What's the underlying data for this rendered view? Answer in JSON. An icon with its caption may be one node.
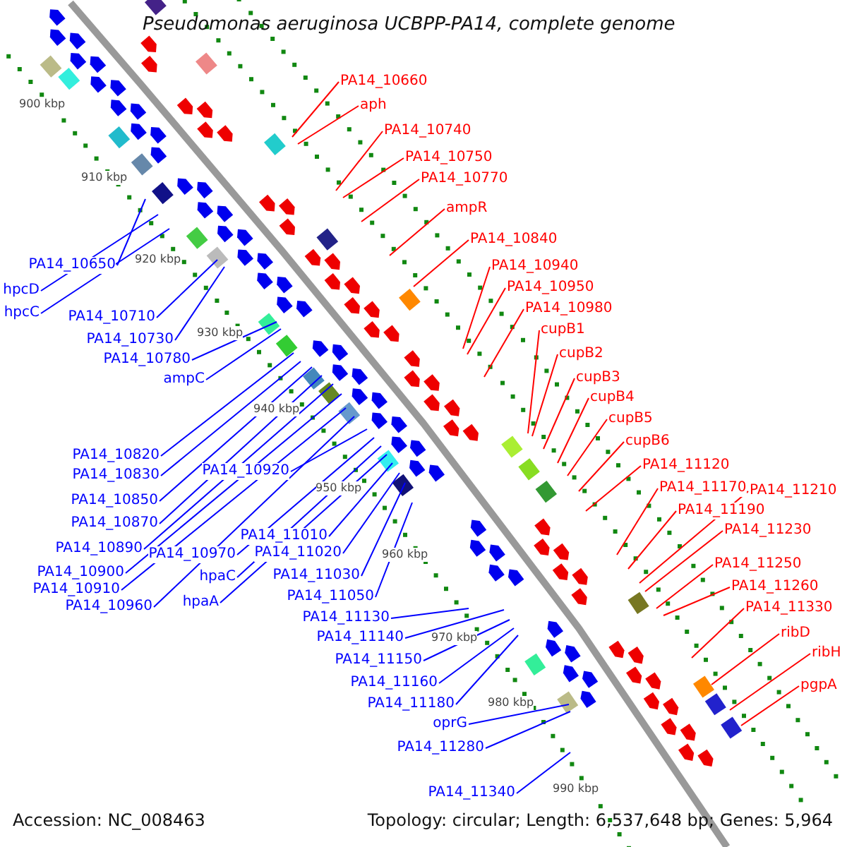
{
  "diagram": {
    "title": "Pseudomonas aeruginosa UCBPP-PA14, complete genome",
    "nodes": [
      {
        "text": [
          "PA14_10660"
        ]
      },
      {
        "text": [
          "aph"
        ]
      },
      {
        "text": [
          "PA14_10740"
        ]
      },
      {
        "text": [
          "PA14_10750"
        ]
      },
      {
        "text": [
          "PA14_10770"
        ]
      },
      {
        "text": [
          "ampR"
        ]
      },
      {
        "text": [
          "PA14_10840"
        ]
      },
      {
        "text": [
          "PA14_10940"
        ]
      },
      {
        "text": [
          "PA14_10950"
        ]
      },
      {
        "text": [
          "PA14_10980"
        ]
      },
      {
        "text": [
          "cupB1"
        ]
      },
      {
        "text": [
          "cupB2"
        ]
      },
      {
        "text": [
          "cupB3"
        ]
      },
      {
        "text": [
          "cupB4"
        ]
      },
      {
        "text": [
          "cupB5"
        ]
      },
      {
        "text": [
          "cupB6"
        ]
      },
      {
        "text": [
          "PA14_11120"
        ]
      },
      {
        "text": [
          "PA14_11170"
        ]
      },
      {
        "text": [
          "PA14_11210"
        ]
      },
      {
        "text": [
          "PA14_11190"
        ]
      },
      {
        "text": [
          "PA14_11230"
        ]
      },
      {
        "text": [
          "PA14_11250"
        ]
      },
      {
        "text": [
          "PA14_11260"
        ]
      },
      {
        "text": [
          "PA14_11330"
        ]
      },
      {
        "text": [
          "ribD"
        ]
      },
      {
        "text": [
          "ribH"
        ]
      },
      {
        "text": [
          "pgpA"
        ]
      },
      {
        "text": [
          "PA14_10650"
        ]
      },
      {
        "text": [
          "hpcD"
        ]
      },
      {
        "text": [
          "hpcC"
        ]
      },
      {
        "text": [
          "PA14_10710"
        ]
      },
      {
        "text": [
          "PA14_10730"
        ]
      },
      {
        "text": [
          "PA14_10780"
        ]
      },
      {
        "text": [
          "ampC"
        ]
      },
      {
        "text": [
          "PA14_10820"
        ]
      },
      {
        "text": [
          "PA14_10830"
        ]
      },
      {
        "text": [
          "PA14_10850"
        ]
      },
      {
        "text": [
          "PA14_10870"
        ]
      },
      {
        "text": [
          "PA14_10920"
        ]
      },
      {
        "text": [
          "PA14_10890"
        ]
      },
      {
        "text": [
          "PA14_10900"
        ]
      },
      {
        "text": [
          "PA14_10910"
        ]
      },
      {
        "text": [
          "PA14_10970"
        ]
      },
      {
        "text": [
          "PA14_10960"
        ]
      },
      {
        "text": [
          "PA14_11010"
        ]
      },
      {
        "text": [
          "hpaC"
        ]
      },
      {
        "text": [
          "PA14_11020"
        ]
      },
      {
        "text": [
          "hpaA"
        ]
      },
      {
        "text": [
          "PA14_11030"
        ]
      },
      {
        "text": [
          "PA14_11050"
        ]
      },
      {
        "text": [
          "PA14_11130"
        ]
      },
      {
        "text": [
          "PA14_11140"
        ]
      },
      {
        "text": [
          "PA14_11150"
        ]
      },
      {
        "text": [
          "PA14_11160"
        ]
      },
      {
        "text": [
          "PA14_11180"
        ]
      },
      {
        "text": [
          "oprG"
        ]
      },
      {
        "text": [
          "PA14_11280"
        ]
      },
      {
        "text": [
          "PA14_11340"
        ]
      }
    ],
    "edges": [
      {
        "from": 0,
        "to": null,
        "arrow": "none",
        "color": "#ff0000"
      },
      {
        "from": 1,
        "to": null,
        "arrow": "none",
        "color": "#ff0000"
      },
      {
        "from": 2,
        "to": null,
        "arrow": "none",
        "color": "#ff0000"
      },
      {
        "from": 3,
        "to": null,
        "arrow": "none",
        "color": "#ff0000"
      },
      {
        "from": 4,
        "to": null,
        "arrow": "none",
        "color": "#ff0000"
      },
      {
        "from": 5,
        "to": null,
        "arrow": "none",
        "color": "#ff0000"
      },
      {
        "from": 6,
        "to": null,
        "arrow": "none",
        "color": "#ff0000"
      },
      {
        "from": 7,
        "to": null,
        "arrow": "none",
        "color": "#ff0000"
      },
      {
        "from": 8,
        "to": null,
        "arrow": "none",
        "color": "#ff0000"
      },
      {
        "from": 9,
        "to": null,
        "arrow": "none",
        "color": "#ff0000"
      },
      {
        "from": 10,
        "to": null,
        "arrow": "none",
        "color": "#ff0000"
      },
      {
        "from": 11,
        "to": null,
        "arrow": "none",
        "color": "#ff0000"
      },
      {
        "from": 12,
        "to": null,
        "arrow": "none",
        "color": "#ff0000"
      },
      {
        "from": 13,
        "to": null,
        "arrow": "none",
        "color": "#ff0000"
      },
      {
        "from": 14,
        "to": null,
        "arrow": "none",
        "color": "#ff0000"
      },
      {
        "from": 15,
        "to": null,
        "arrow": "none",
        "color": "#ff0000"
      },
      {
        "from": 16,
        "to": null,
        "arrow": "none",
        "color": "#ff0000"
      },
      {
        "from": 17,
        "to": null,
        "arrow": "none",
        "color": "#ff0000"
      },
      {
        "from": 18,
        "to": null,
        "arrow": "none",
        "color": "#ff0000"
      },
      {
        "from": 19,
        "to": null,
        "arrow": "none",
        "color": "#ff0000"
      },
      {
        "from": 20,
        "to": null,
        "arrow": "none",
        "color": "#ff0000"
      },
      {
        "from": 21,
        "to": null,
        "arrow": "none",
        "color": "#ff0000"
      },
      {
        "from": 22,
        "to": null,
        "arrow": "none",
        "color": "#ff0000"
      },
      {
        "from": 23,
        "to": null,
        "arrow": "none",
        "color": "#ff0000"
      },
      {
        "from": 24,
        "to": null,
        "arrow": "none",
        "color": "#ff0000"
      },
      {
        "from": 25,
        "to": null,
        "arrow": "none",
        "color": "#ff0000"
      },
      {
        "from": 26,
        "to": null,
        "arrow": "none",
        "color": "#ff0000"
      },
      {
        "from": 27,
        "to": null,
        "arrow": "none"
      },
      {
        "from": 28,
        "to": null,
        "arrow": "none"
      },
      {
        "from": 29,
        "to": null,
        "arrow": "none"
      },
      {
        "from": 30,
        "to": null,
        "arrow": "none"
      },
      {
        "from": 31,
        "to": null,
        "arrow": "none"
      },
      {
        "from": 32,
        "to": null,
        "arrow": "none"
      },
      {
        "from": 33,
        "to": null,
        "arrow": "none"
      },
      {
        "from": 34,
        "to": null,
        "arrow": "none"
      },
      {
        "from": 35,
        "to": null,
        "arrow": "none"
      },
      {
        "from": 36,
        "to": null,
        "arrow": "none"
      },
      {
        "from": 37,
        "to": null,
        "arrow": "none"
      },
      {
        "from": 38,
        "to": null,
        "arrow": "none"
      },
      {
        "from": 39,
        "to": null,
        "arrow": "none"
      },
      {
        "from": 40,
        "to": null,
        "arrow": "none"
      },
      {
        "from": 41,
        "to": null,
        "arrow": "none"
      },
      {
        "from": 42,
        "to": null,
        "arrow": "none"
      },
      {
        "from": 43,
        "to": null,
        "arrow": "none"
      },
      {
        "from": 44,
        "to": null,
        "arrow": "none"
      },
      {
        "from": 45,
        "to": null,
        "arrow": "none"
      },
      {
        "from": 46,
        "to": null,
        "arrow": "none"
      },
      {
        "from": 47,
        "to": null,
        "arrow": "none"
      },
      {
        "from": 48,
        "to": null,
        "arrow": "none"
      },
      {
        "from": 49,
        "to": null,
        "arrow": "none"
      },
      {
        "from": 50,
        "to": null,
        "arrow": "none"
      },
      {
        "from": 51,
        "to": null,
        "arrow": "none"
      },
      {
        "from": 52,
        "to": null,
        "arrow": "none"
      },
      {
        "from": 53,
        "to": null,
        "arrow": "none"
      },
      {
        "from": 54,
        "to": null,
        "arrow": "none"
      },
      {
        "from": 55,
        "to": null,
        "arrow": "none"
      },
      {
        "from": 56,
        "to": null,
        "arrow": "none"
      },
      {
        "from": 57,
        "to": null,
        "arrow": "none"
      }
    ],
    "labels": [
      "900 kbp",
      "910 kbp",
      "920 kbp",
      "930 kbp",
      "940 kbp",
      "950 kbp",
      "960 kbp",
      "970 kbp",
      "980 kbp",
      "990 kbp",
      "Accession: NC_008463",
      "Topology: circular; Length: 6,537,648 bp; Genes: 5,964"
    ]
  }
}
